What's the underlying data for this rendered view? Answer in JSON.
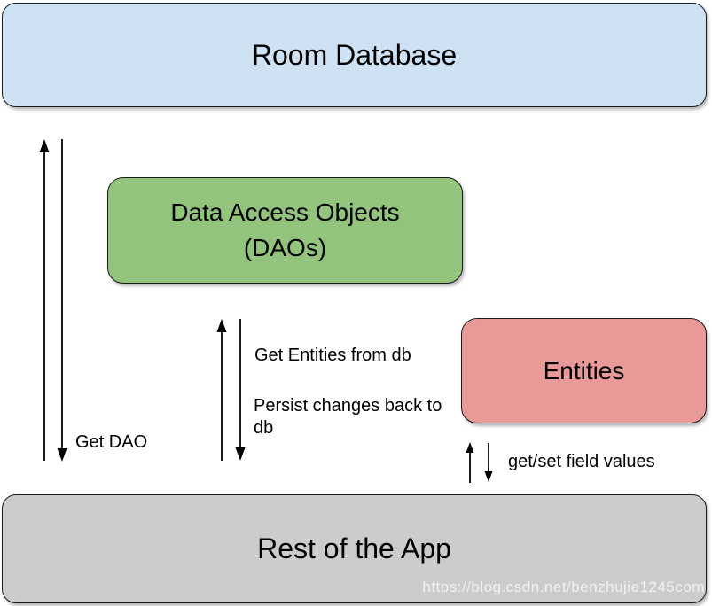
{
  "diagram": {
    "title": "Room Database architecture diagram",
    "nodes": {
      "room_database": {
        "label": "Room Database",
        "fill": "#cfe2f3"
      },
      "daos": {
        "label_line1": "Data Access Objects",
        "label_line2": "(DAOs)",
        "fill": "#93c47d"
      },
      "entities": {
        "label": "Entities",
        "fill": "#ea9999"
      },
      "rest_of_app": {
        "label": "Rest of the App",
        "fill": "#cccccc"
      }
    },
    "edges": {
      "get_dao": {
        "label": "Get DAO"
      },
      "get_entities": {
        "label": "Get Entities from db"
      },
      "persist_changes": {
        "label": "Persist changes back to db"
      },
      "get_set_fields": {
        "label": "get/set field values"
      }
    },
    "watermark": "https://blog.csdn.net/benzhujie1245com",
    "colors": {
      "border": "#1a1a1a",
      "arrow": "#000000",
      "text": "#000000",
      "background": "#ffffff"
    }
  }
}
